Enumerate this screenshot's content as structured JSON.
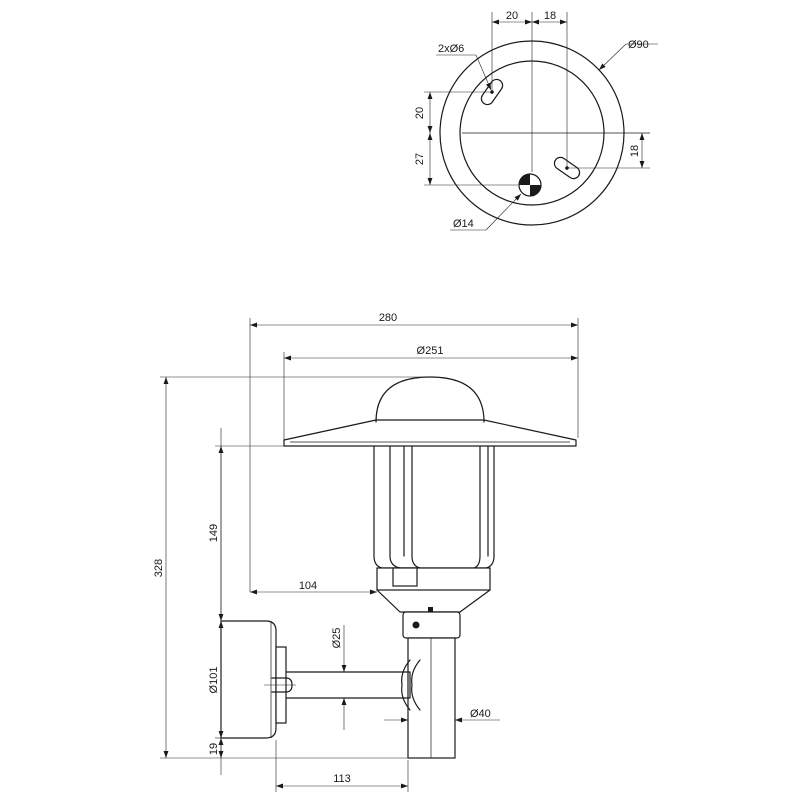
{
  "top_view": {
    "dim_20_top": "20",
    "dim_18_top": "18",
    "dia_90": "Ø90",
    "holes_2x_dia6": "2xØ6",
    "dim_20_left": "20",
    "dim_27_left": "27",
    "dim_18_right": "18",
    "dia_14": "Ø14"
  },
  "side_view": {
    "width_280": "280",
    "dia_251": "Ø251",
    "height_328": "328",
    "height_149": "149",
    "offset_104": "104",
    "dia_25": "Ø25",
    "dia_101": "Ø101",
    "dia_40": "Ø40",
    "dim_19": "19",
    "reach_113": "113"
  },
  "colors": {
    "line": "#1a1a1a",
    "background": "#ffffff"
  }
}
